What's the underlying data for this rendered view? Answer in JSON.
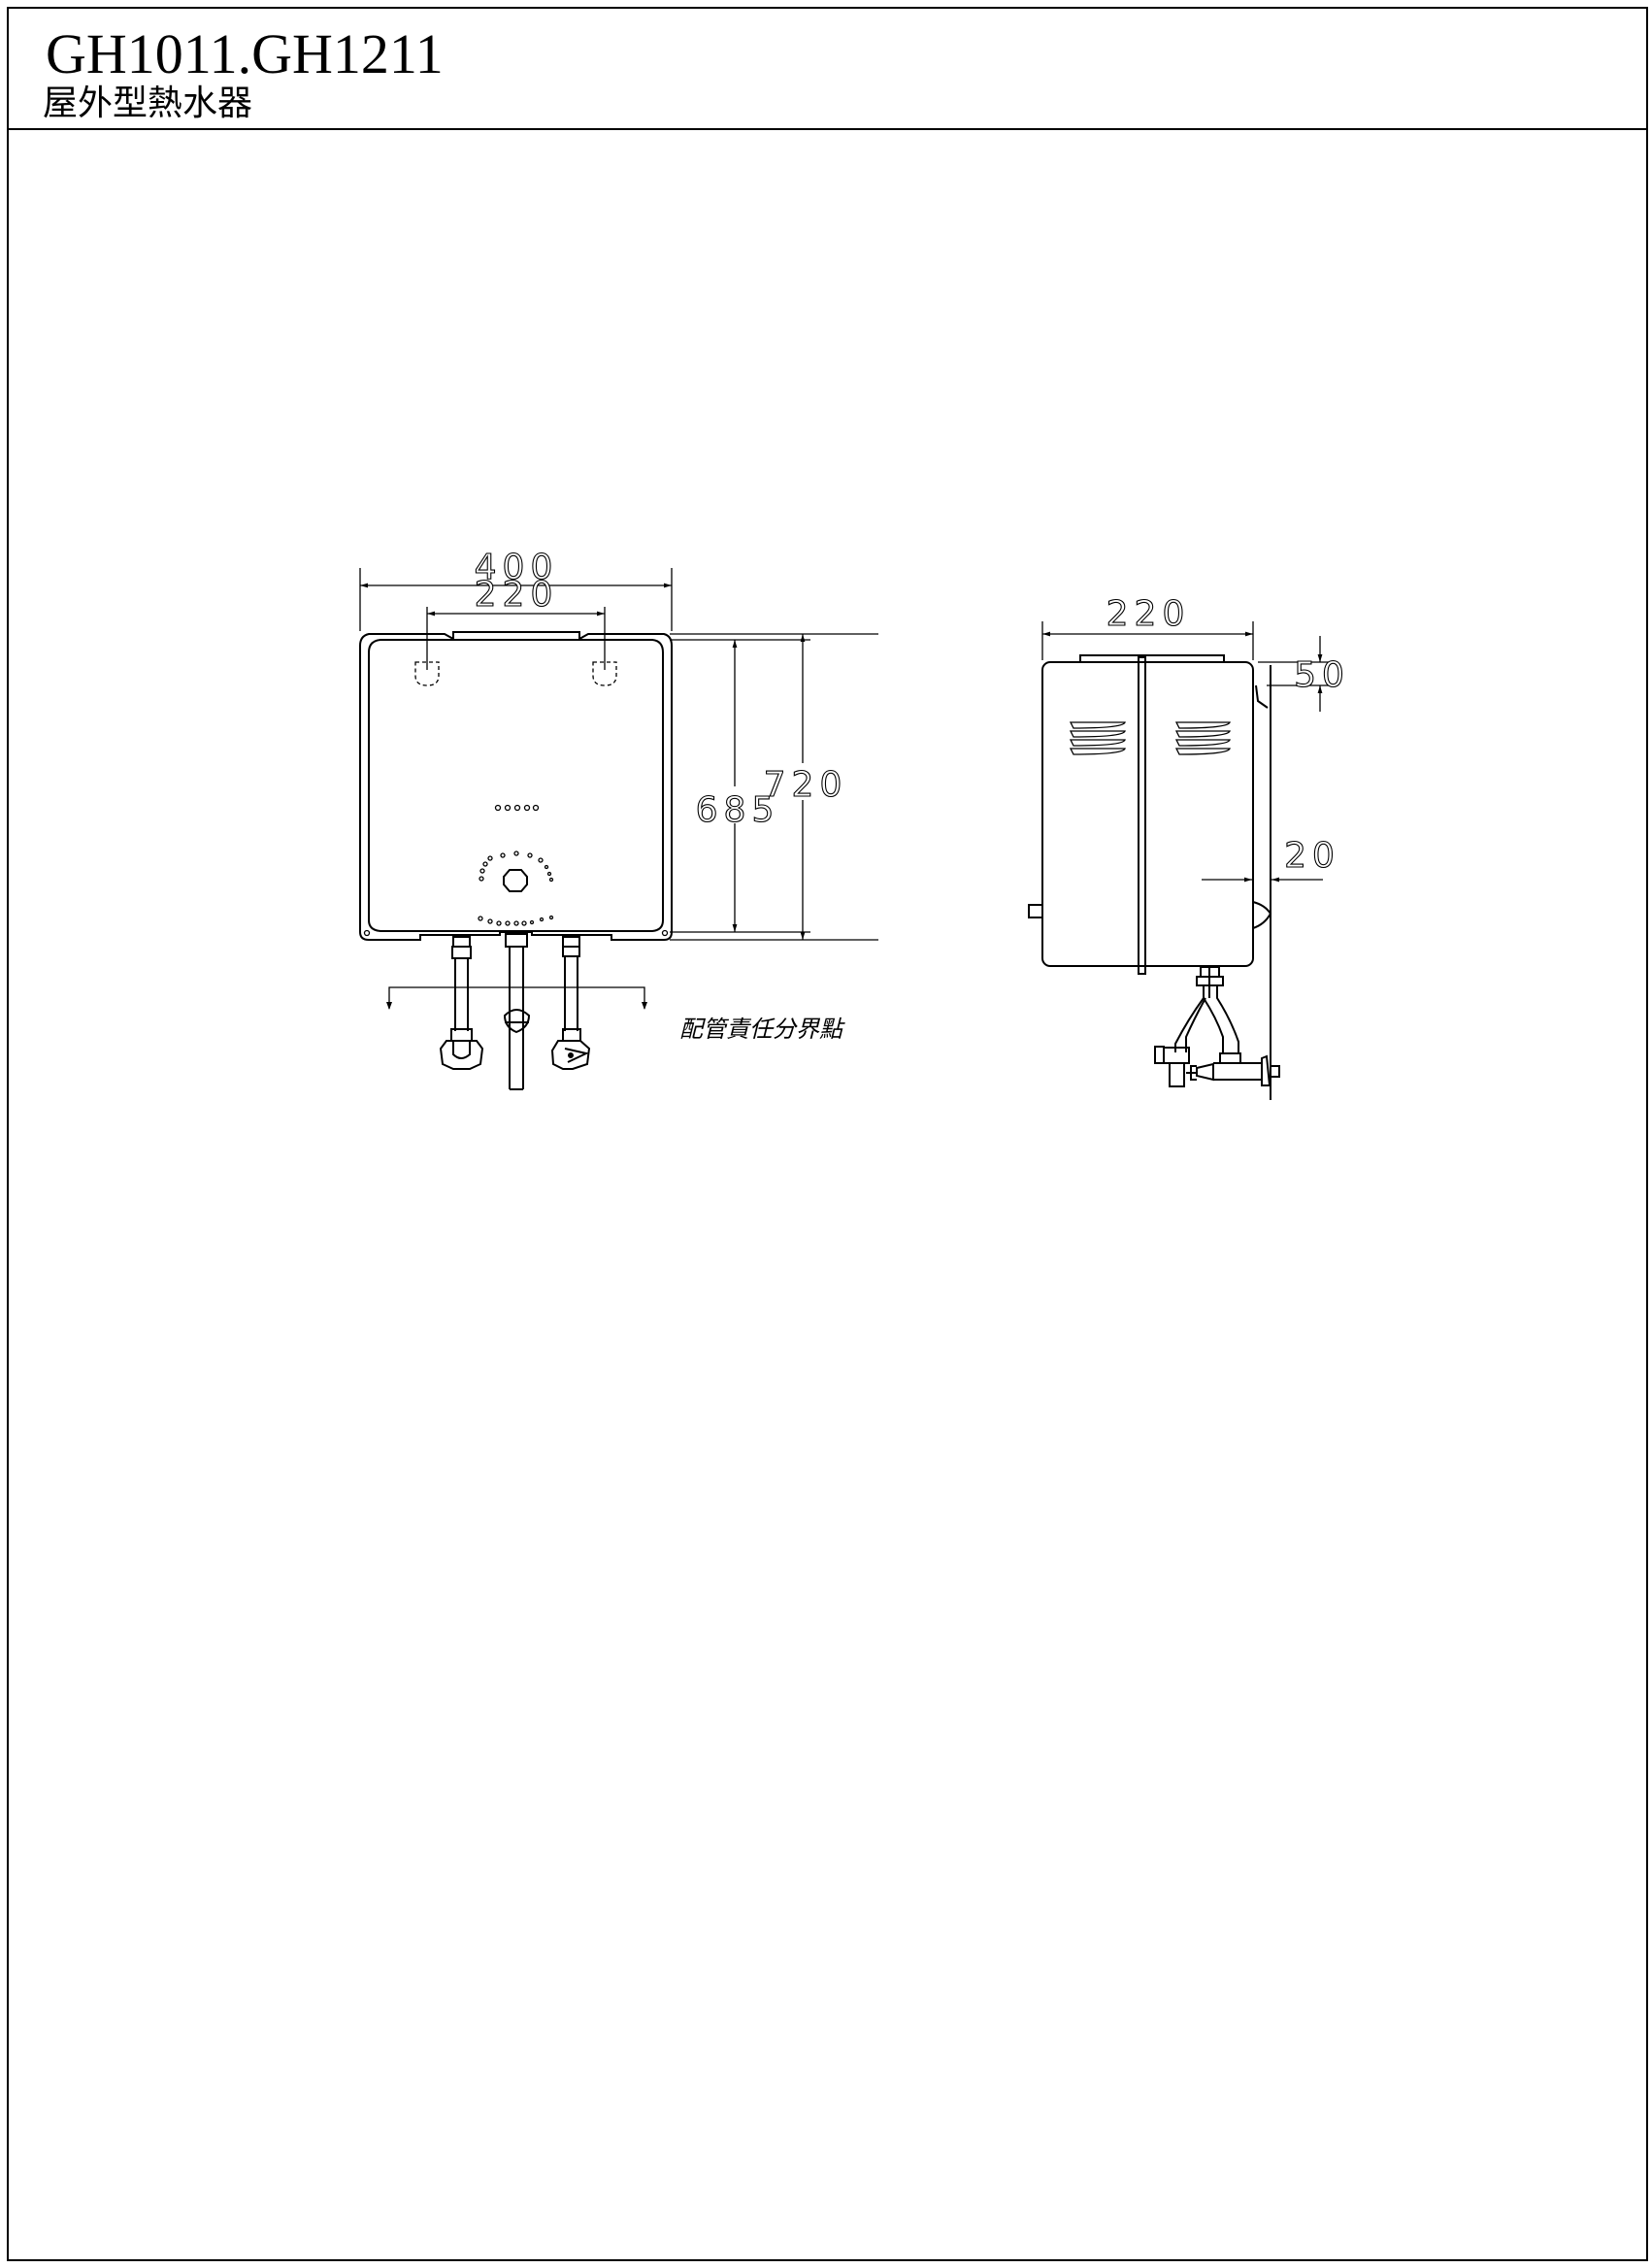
{
  "header": {
    "model": "GH1011.GH1211",
    "subtitle": "屋外型熱水器"
  },
  "front_view": {
    "width_overall": "400",
    "hook_spacing": "220",
    "height_body": "685",
    "height_overall": "720",
    "note": "配管責任分界點"
  },
  "side_view": {
    "depth": "220",
    "top_clearance": "50",
    "wall_gap": "20"
  }
}
